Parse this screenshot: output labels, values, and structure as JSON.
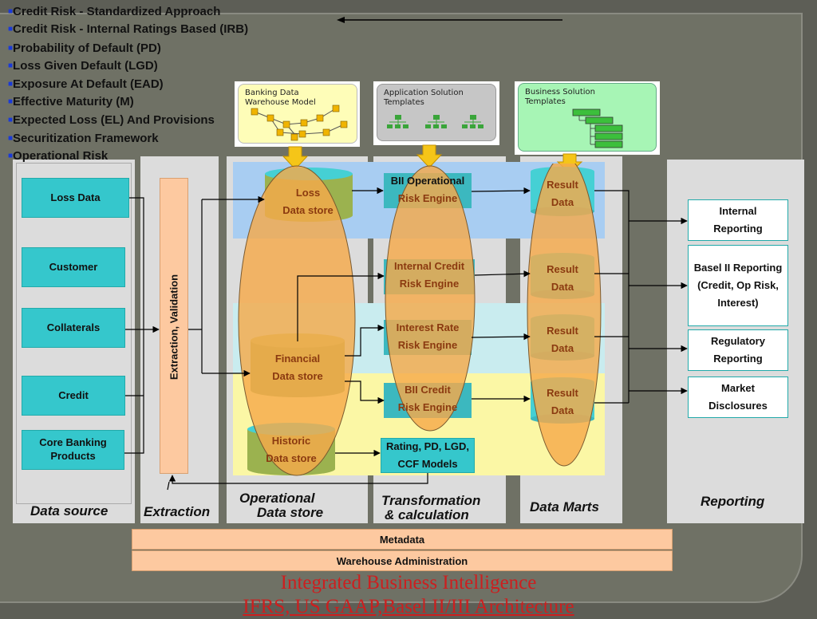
{
  "bullets": [
    "Credit Risk - Standardized Approach",
    "Credit Risk - Internal Ratings Based (IRB)",
    "Probability of Default (PD)",
    "Loss Given Default (LGD)",
    "Exposure At Default (EAD)",
    "Effective Maturity (M)",
    "Expected Loss (EL) And Provisions",
    "Securitization Framework",
    "Operational Risk"
  ],
  "templates": {
    "banking": "Banking Data Warehouse Model",
    "application": "Application Solution Templates",
    "business": "Business Solution Templates"
  },
  "data_source": {
    "items": [
      "Loss Data",
      "Customer",
      "Collaterals",
      "Credit",
      "Core Banking Products"
    ],
    "label": "Data source"
  },
  "extraction": {
    "bar": "Extraction, Validation",
    "label": "Extraction"
  },
  "ods": {
    "label_line1": "Operational",
    "label_line2": "Data store",
    "loss": [
      "Loss",
      "Data store"
    ],
    "financial": [
      "Financial",
      "Data store"
    ],
    "historic": [
      "Historic",
      "Data store"
    ]
  },
  "transformation": {
    "label_line1": "Transformation",
    "label_line2": "& calculation",
    "engines": [
      [
        "BII Operational",
        "Risk Engine"
      ],
      [
        "Internal Credit",
        "Risk Engine"
      ],
      [
        "Interest Rate",
        "Risk Engine"
      ],
      [
        "BII Credit",
        "Risk Engine"
      ],
      [
        "Rating, PD, LGD,",
        "CCF Models"
      ]
    ]
  },
  "data_marts": {
    "label": "Data Marts",
    "result": [
      "Result",
      "Data"
    ]
  },
  "reporting": {
    "label": "Reporting",
    "items": [
      [
        "Internal",
        "Reporting"
      ],
      [
        "Basel II Reporting",
        "(Credit, Op Risk,",
        "Interest)"
      ],
      [
        "Regulatory",
        "Reporting"
      ],
      [
        "Market",
        "Disclosures"
      ]
    ]
  },
  "metadata": "Metadata",
  "warehouse_admin": "Warehouse Administration",
  "footer": {
    "title": "Integrated Business Intelligence",
    "subtitle": "IFRS, US GAAP,Basel II/III Architecture"
  },
  "colors": {
    "background": "#5d5e56",
    "panel": "#6f7165",
    "cyan": "#35c7cc",
    "orange_ellipse": "#f5a94b",
    "footer_red": "#cc1f1f"
  }
}
